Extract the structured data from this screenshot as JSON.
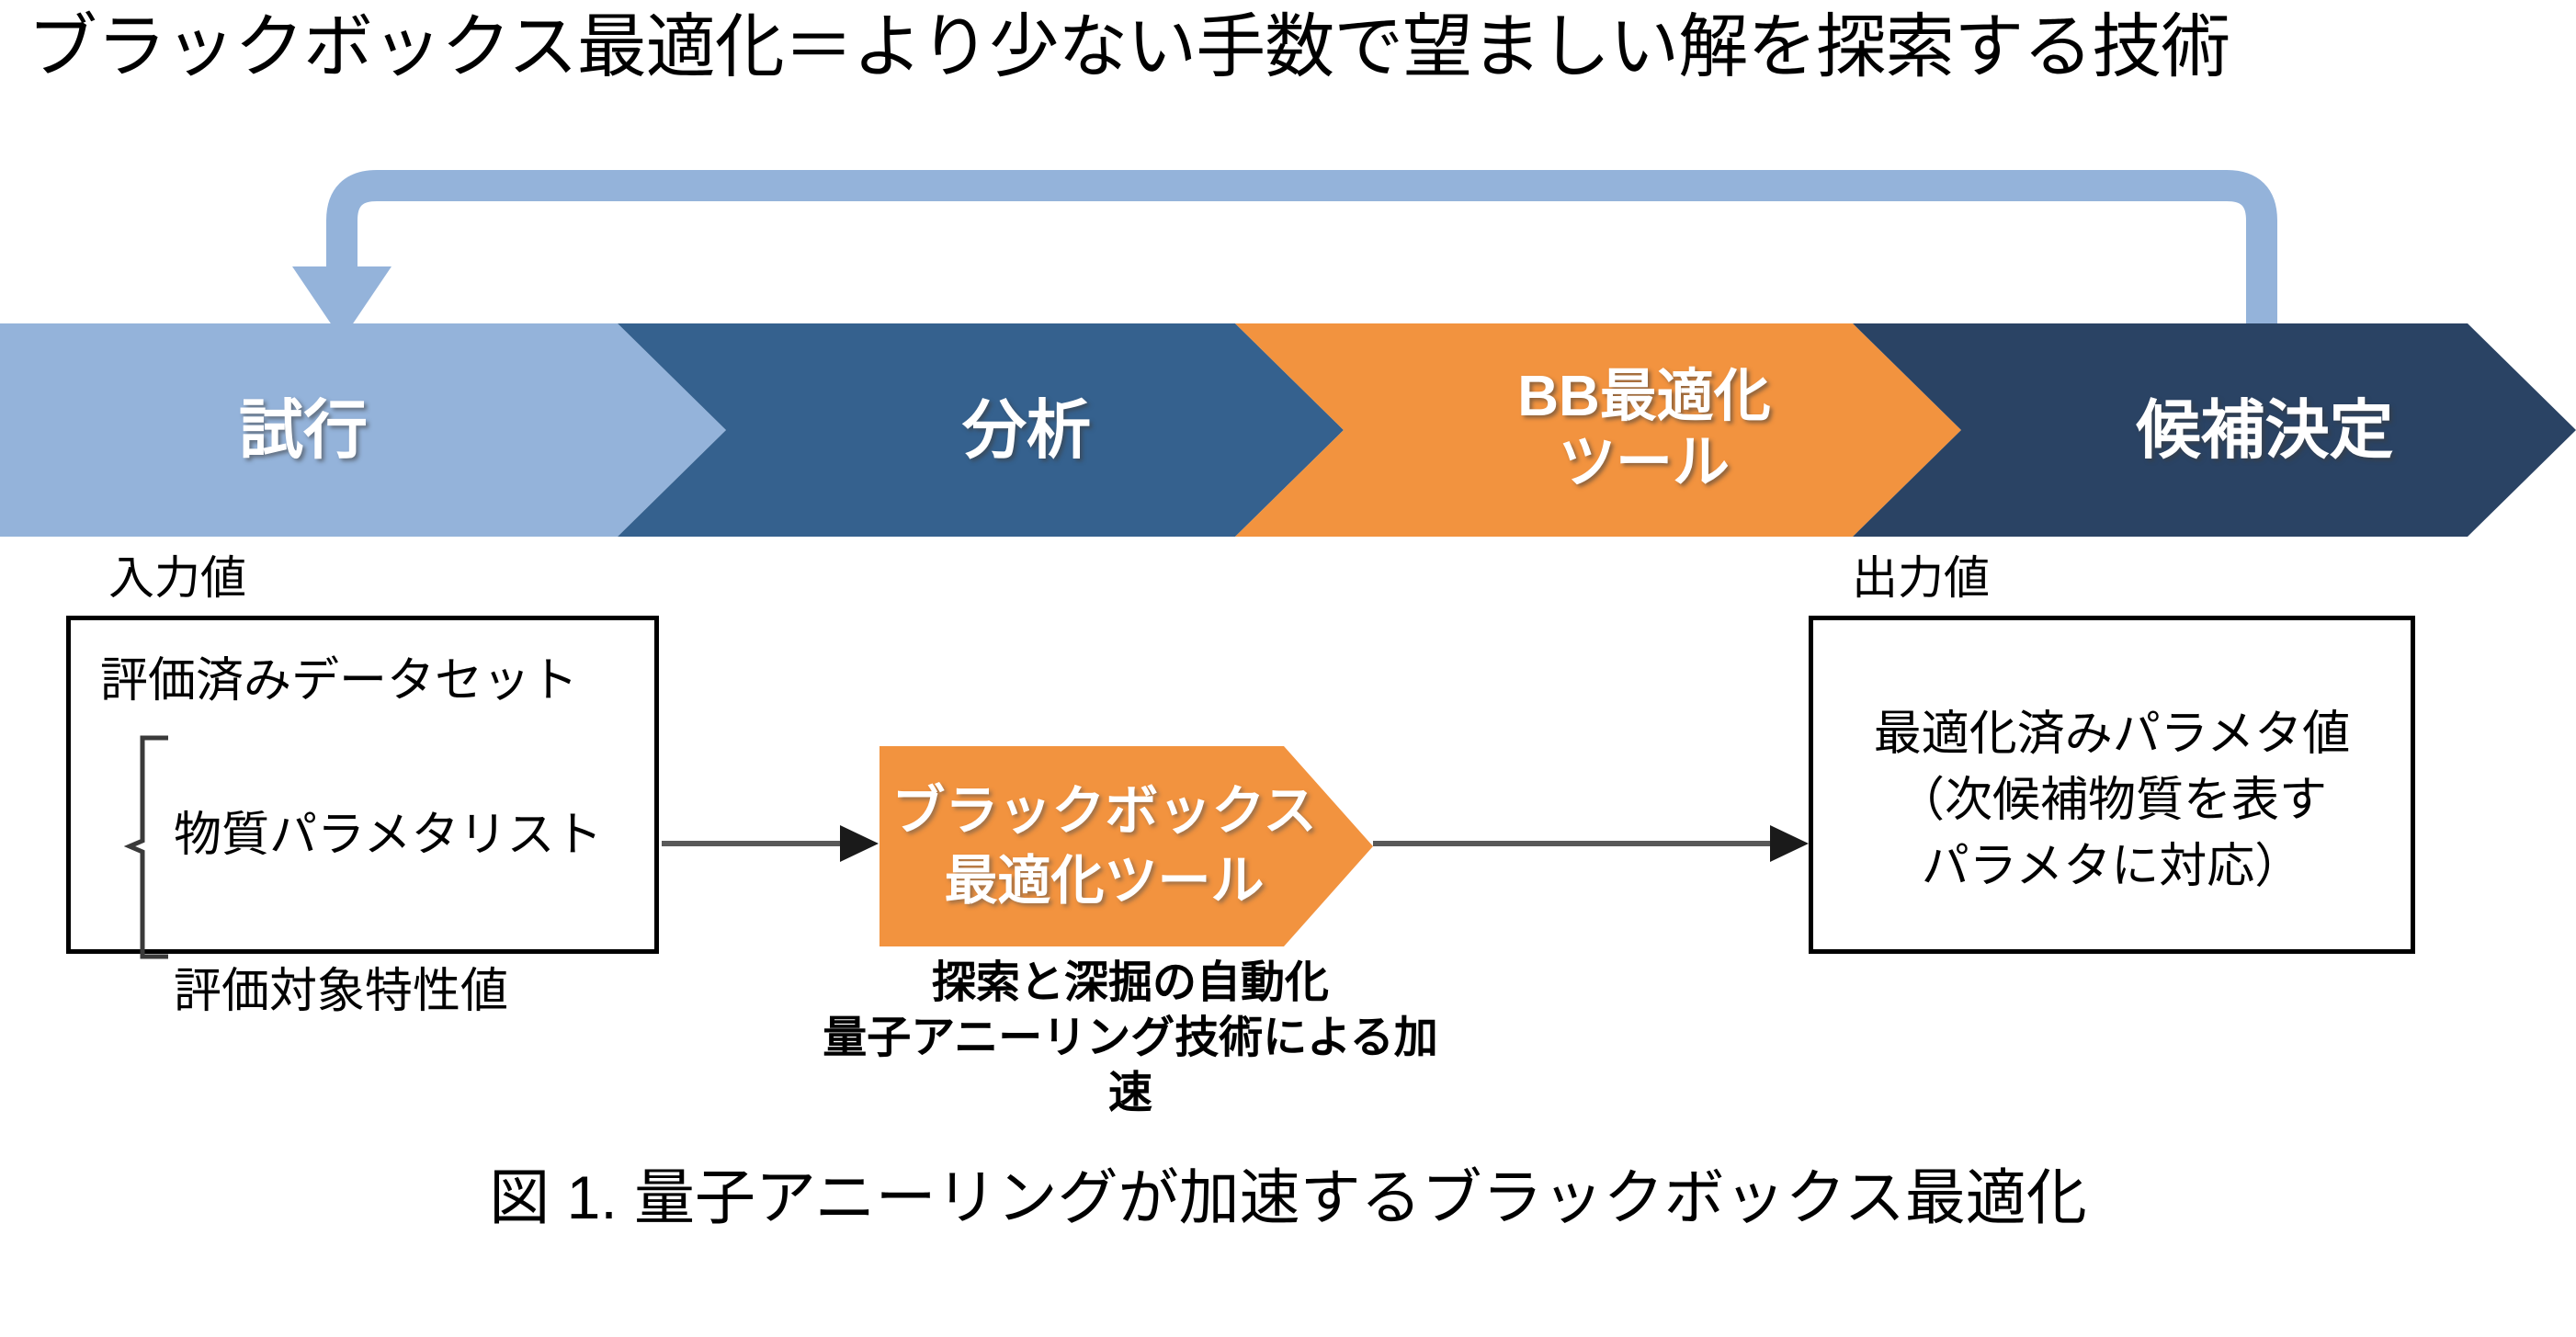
{
  "headline": "ブラックボックス最適化＝より少ない手数で望ましい解を探索する技術",
  "process": {
    "steps": [
      {
        "label": "試行",
        "color": "#94B3DA"
      },
      {
        "label": "分析",
        "color": "#35618E"
      },
      {
        "label": "BB最適化\nツール",
        "color": "#F2933F"
      },
      {
        "label": "候補決定",
        "color": "#2A4364"
      }
    ],
    "feedback_arrow": {
      "name": "feedback-loop-arrow",
      "color": "#94B3DA",
      "direction": "right-to-left-then-down"
    }
  },
  "detail": {
    "input": {
      "caption": "入力値",
      "heading": "評価済みデータセット",
      "items": [
        "物質パラメタリスト",
        "評価対象特性値"
      ]
    },
    "tool": {
      "label": "ブラックボックス\n最適化ツール",
      "color": "#F2933F",
      "note": "探索と深掘の自動化\n量子アニーリング技術による加速"
    },
    "output": {
      "caption": "出力値",
      "text": "最適化済みパラメタ値\n（次候補物質を表す\nパラメタに対応）"
    },
    "connectors": [
      {
        "name": "input-to-tool-arrow",
        "color": "#595959"
      },
      {
        "name": "tool-to-output-arrow",
        "color": "#595959"
      }
    ]
  },
  "figure_caption": "図 1. 量子アニーリングが加速するブラックボックス最適化"
}
